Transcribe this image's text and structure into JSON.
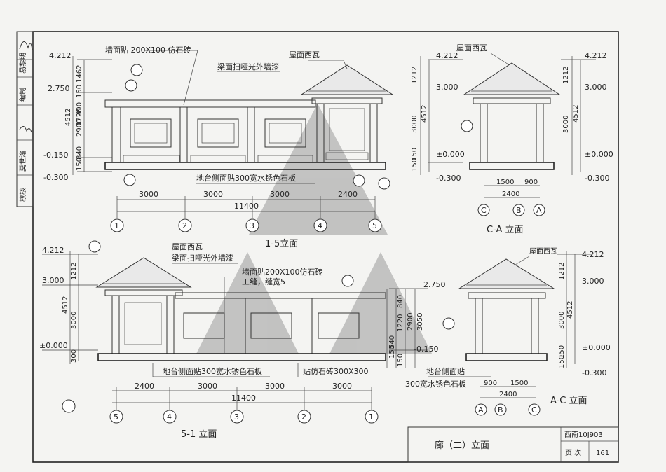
{
  "sidebar": {
    "cells": [
      "校核",
      "莫世渝",
      "编制",
      "易黎明"
    ]
  },
  "top_left": {
    "levels": [
      "4.212",
      "2.750",
      "-0.150",
      "-0.300"
    ],
    "dims_left": [
      "1462",
      "150",
      "490",
      "4512",
      "2900",
      "1220",
      "840",
      "150"
    ],
    "notes": [
      "墙面贴 200X100 仿石砖",
      "梁面扫哑光外墙漆",
      "屋面西瓦",
      "地台侧面贴300宽水锈色石板"
    ],
    "dims_bottom": [
      "3000",
      "3000",
      "3000",
      "2400"
    ],
    "total": "11400",
    "axes": [
      "1",
      "2",
      "3",
      "4",
      "5"
    ],
    "title": "1-5立面"
  },
  "top_right": {
    "note": "屋面西瓦",
    "levels_left": [
      "4.212",
      "3.000",
      "±0.000",
      "-0.300"
    ],
    "levels_right": [
      "4.212",
      "3.000",
      "±0.000",
      "-0.300"
    ],
    "dims": [
      "1212",
      "3000",
      "4512",
      "150",
      "150"
    ],
    "dims_bottom": [
      "1500",
      "900"
    ],
    "total": "2400",
    "axes": [
      "C",
      "B",
      "A"
    ],
    "title": "C-A 立面"
  },
  "bottom_left": {
    "levels": [
      "4.212",
      "3.000",
      "±0.000",
      "2.750",
      "-0.150"
    ],
    "dims_left": [
      "1212",
      "4512",
      "3000",
      "300"
    ],
    "dims_right": [
      "840",
      "1220",
      "2900",
      "3050",
      "540",
      "150",
      "150"
    ],
    "notes": [
      "屋面西瓦",
      "梁面扫哑光外墙漆",
      "墙面贴200X100仿石砖",
      "工缝，缝宽5",
      "地台侧面贴300宽水锈色石板",
      "贴仿石砖300X300"
    ],
    "dims_bottom": [
      "2400",
      "3000",
      "3000",
      "3000"
    ],
    "total": "11400",
    "axes": [
      "5",
      "4",
      "3",
      "2",
      "1"
    ],
    "title": "5-1 立面"
  },
  "bottom_right": {
    "note": "屋面西瓦",
    "levels": [
      "4.212",
      "3.000",
      "±0.000",
      "-0.300"
    ],
    "dims": [
      "1212",
      "3000",
      "4512",
      "150",
      "150"
    ],
    "dims_bottom": [
      "900",
      "1500"
    ],
    "total": "2400",
    "axes": [
      "A",
      "B",
      "C"
    ],
    "title": "A-C 立面",
    "plinth_note_1": "地台侧面贴",
    "plinth_note_2": "300宽水锈色石板"
  },
  "title_block": {
    "title": "廊（二）立面",
    "code": "西南10J903",
    "page_label": "页 次",
    "page": "161"
  },
  "colors": {
    "line": "#333333",
    "pyramid": "#9a9a9a",
    "paper": "#f4f4f2"
  }
}
